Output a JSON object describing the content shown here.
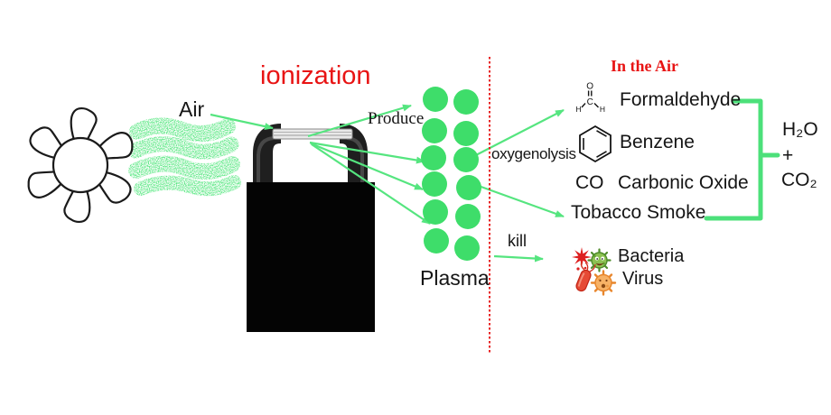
{
  "labels": {
    "air": "Air",
    "ionization": "ionization",
    "produce": "Produce",
    "oxygenolysis": "oxygenolysis",
    "plasma": "Plasma",
    "kill": "kill",
    "in_the_air": "In the Air",
    "formaldehyde": "Formaldehyde",
    "benzene": "Benzene",
    "co": "CO",
    "carbonic_oxide": "Carbonic Oxide",
    "tobacco_smoke": "Tobacco Smoke",
    "bacteria": "Bacteria",
    "virus": "Virus",
    "h2o": "H₂O",
    "plus": "+",
    "co2": "CO₂"
  },
  "molecule": {
    "o": "O",
    "c": "C",
    "h_left": "H",
    "h_right": "H"
  },
  "colors": {
    "plasma_green": "#3edd6a",
    "arrow_green": "#55e57f",
    "bracket_green": "#4ce07a",
    "accent_red": "#e81414",
    "dotted_line_red": "#e82222",
    "device_black": "#040404"
  }
}
